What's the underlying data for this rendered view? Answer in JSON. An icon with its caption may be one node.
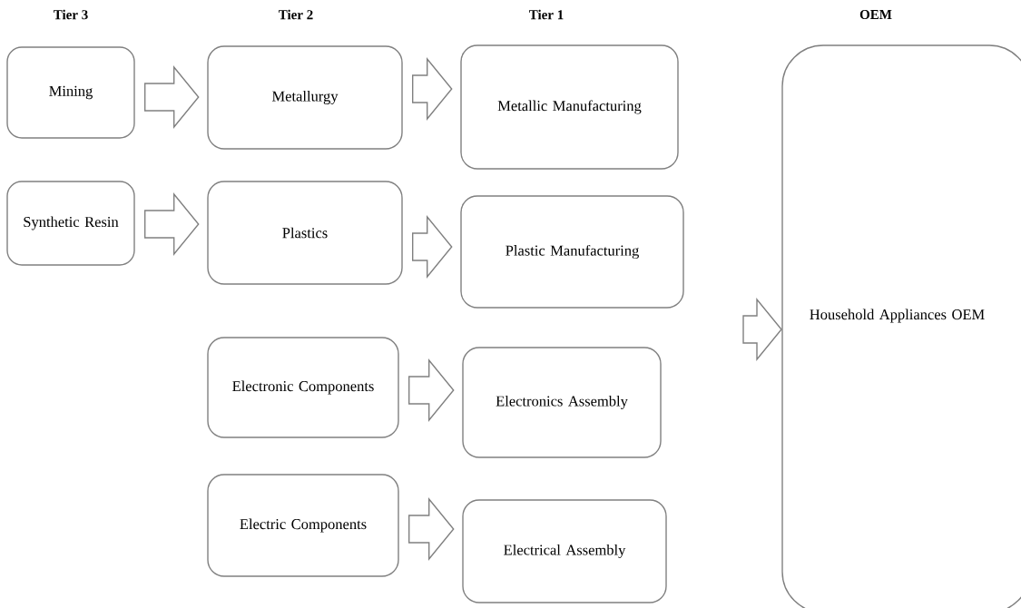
{
  "diagram": {
    "nodes": [
      {
        "text": [
          "Mining"
        ]
      },
      {
        "text": [
          "Metallurgy"
        ]
      },
      {
        "text": [
          "Metallic Manufacturing"
        ]
      },
      {
        "text": [
          "Synthetic Resin"
        ]
      },
      {
        "text": [
          "Plastics"
        ]
      },
      {
        "text": [
          "Plastic Manufacturing"
        ]
      },
      {
        "text": [
          "Electronic Components"
        ]
      },
      {
        "text": [
          "Electronics Assembly"
        ]
      },
      {
        "text": [
          "Electric Components"
        ]
      },
      {
        "text": [
          "Electrical Assembly"
        ]
      },
      {
        "text": [
          "Household Appliances OEM"
        ]
      }
    ],
    "edges": [
      {
        "from": 0,
        "to": 1,
        "arrow": "to"
      },
      {
        "from": 1,
        "to": 2,
        "arrow": "to"
      },
      {
        "from": 3,
        "to": 4,
        "arrow": "to"
      },
      {
        "from": 4,
        "to": 5,
        "arrow": "to"
      },
      {
        "from": 6,
        "to": 7,
        "arrow": "to"
      },
      {
        "from": 8,
        "to": 9,
        "arrow": "to"
      },
      {
        "from": null,
        "to": 10,
        "arrow": "to"
      }
    ],
    "labels": [
      "Tier 3",
      "Tier 2",
      "Tier 1",
      "OEM"
    ]
  }
}
